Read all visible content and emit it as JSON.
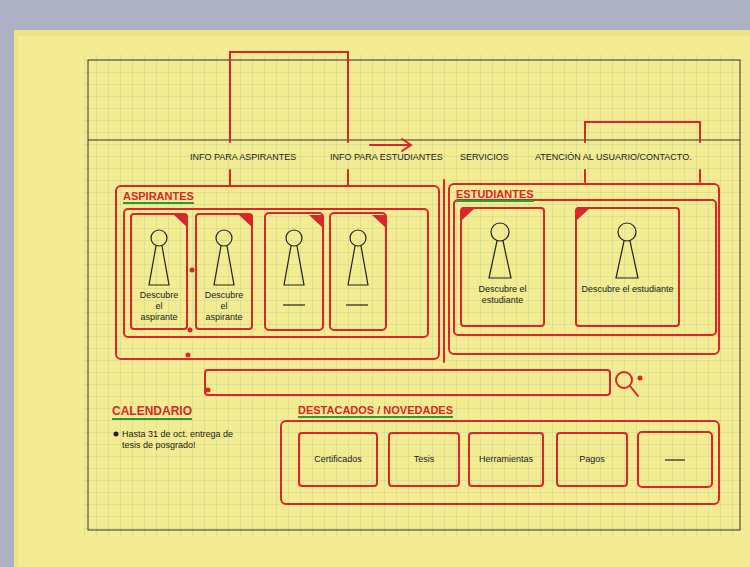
{
  "diagram": {
    "nodes": [
      {
        "text": [
          "ASPIRANTES"
        ]
      },
      {
        "text": [
          "Descubre el aspirante"
        ],
        "in": 0
      },
      {
        "text": [
          "Descubre el aspirante"
        ],
        "in": 0
      },
      {
        "text": [
          "ESTUDIANTES"
        ]
      },
      {
        "text": [
          "Descubre el estudiante"
        ],
        "in": 3
      },
      {
        "text": [
          "Descubre el estudiante"
        ],
        "in": 3
      },
      {
        "text": [
          "DESTACADOS / NOVEDADES"
        ]
      },
      {
        "text": [
          "Certificados"
        ],
        "in": 6
      },
      {
        "text": [
          "Tesis"
        ],
        "in": 6
      },
      {
        "text": [
          "Herramientas"
        ],
        "in": 6
      },
      {
        "text": [
          "Pagos"
        ],
        "in": 6
      }
    ],
    "labels": [
      "INFO PARA ASPIRANTES",
      "INFO PARA ESTUDIANTES",
      "SERVICIOS",
      "ATENCIÓN AL USUARIO/CONTACTO.",
      "CALENDARIO",
      "Hasta 31 de oct. entrega de tesis de posgrado!"
    ]
  }
}
